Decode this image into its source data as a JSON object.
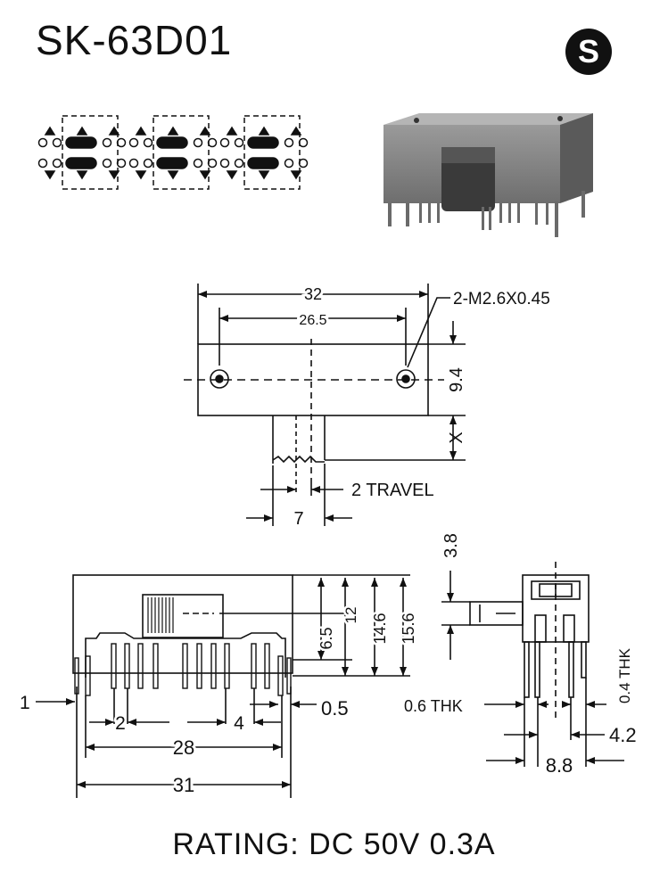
{
  "title": "SK-63D01",
  "logo_letter": "S",
  "rating": "RATING: DC 50V 0.3A",
  "top_view": {
    "length": "32",
    "hole_pitch": "26.5",
    "mount_holes": "2-M2.6X0.45",
    "height": "9.4",
    "actuator_extension": "X",
    "travel": "2 TRAVEL",
    "actuator_width": "7"
  },
  "front_view": {
    "pin_offset": "1",
    "pin_pitch_small": "2",
    "pin_pitch_large": "4",
    "pin_span": "28",
    "body_length": "31",
    "pin_thickness": "0.5",
    "h1": "6.5",
    "h2": "12",
    "h3": "14.6",
    "h4": "15.6"
  },
  "side_view": {
    "top": "3.8",
    "pin_thk_left": "0.6 THK",
    "pin_thk_right": "0.4 THK",
    "row_pitch": "4.2",
    "width": "8.8"
  },
  "colors": {
    "ink": "#111111",
    "body_gray": "#7a7a7a",
    "body_dark": "#3e3e3e"
  }
}
